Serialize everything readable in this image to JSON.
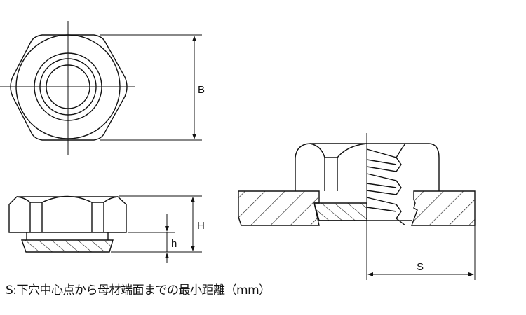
{
  "labels": {
    "B": "B",
    "H": "H",
    "h": "h",
    "S": "S"
  },
  "caption": "S:下穴中心点から母材端面までの最小距離（mm）"
}
